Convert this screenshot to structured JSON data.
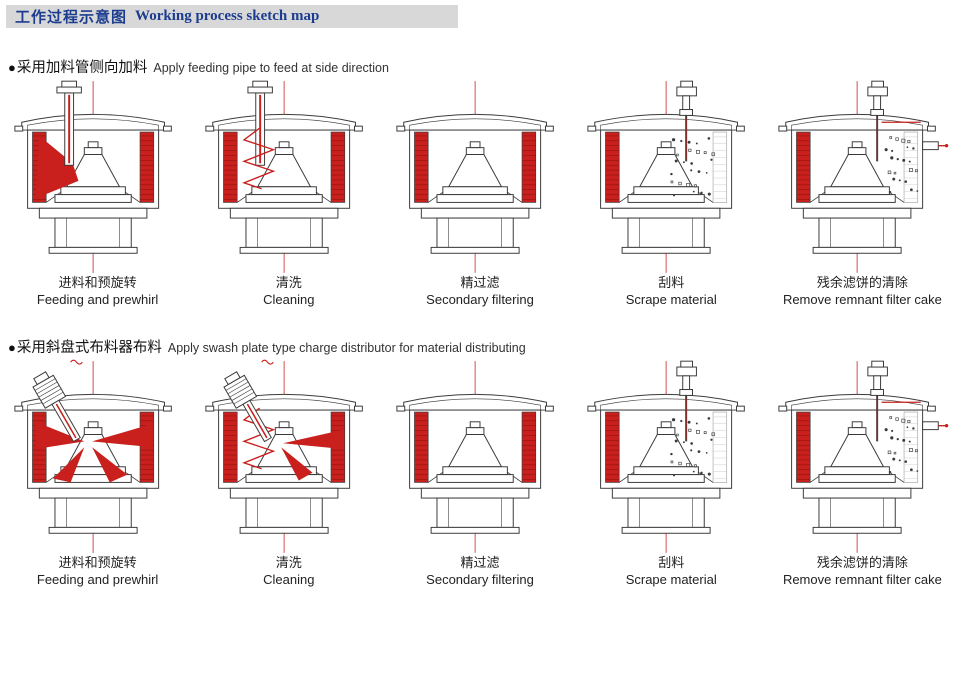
{
  "header": {
    "title_zh": "工作过程示意图",
    "title_en": "Working process sketch map"
  },
  "colors": {
    "accent_red": "#c9201d",
    "line": "#3a3a3a",
    "title_navy": "#1c3d8f",
    "titlebar_gray": "#d8d8d8"
  },
  "sections": [
    {
      "bullet": "●",
      "label_zh": "采用加料管侧向加料",
      "label_en": "Apply feeding pipe to feed at side direction",
      "stages": [
        {
          "type": "feeding-side",
          "caption_zh": "进料和预旋转",
          "caption_en": "Feeding and prewhirl"
        },
        {
          "type": "cleaning-side",
          "caption_zh": "清洗",
          "caption_en": "Cleaning"
        },
        {
          "type": "filtering",
          "caption_zh": "精过滤",
          "caption_en": "Secondary filtering"
        },
        {
          "type": "scraping",
          "caption_zh": "刮料",
          "caption_en": "Scrape material"
        },
        {
          "type": "cake-removal",
          "caption_zh": "残余滤饼的清除",
          "caption_en": "Remove remnant filter cake"
        }
      ]
    },
    {
      "bullet": "●",
      "label_zh": "采用斜盘式布料器布料",
      "label_en": "Apply swash plate type charge distributor for material distributing",
      "stages": [
        {
          "type": "feeding-swash",
          "caption_zh": "进料和预旋转",
          "caption_en": "Feeding and prewhirl"
        },
        {
          "type": "cleaning-swash",
          "caption_zh": "清洗",
          "caption_en": "Cleaning"
        },
        {
          "type": "filtering",
          "caption_zh": "精过滤",
          "caption_en": "Secondary filtering"
        },
        {
          "type": "scraping",
          "caption_zh": "刮料",
          "caption_en": "Scrape material"
        },
        {
          "type": "cake-removal",
          "caption_zh": "残余滤饼的清除",
          "caption_en": "Remove remnant filter cake"
        }
      ]
    }
  ]
}
